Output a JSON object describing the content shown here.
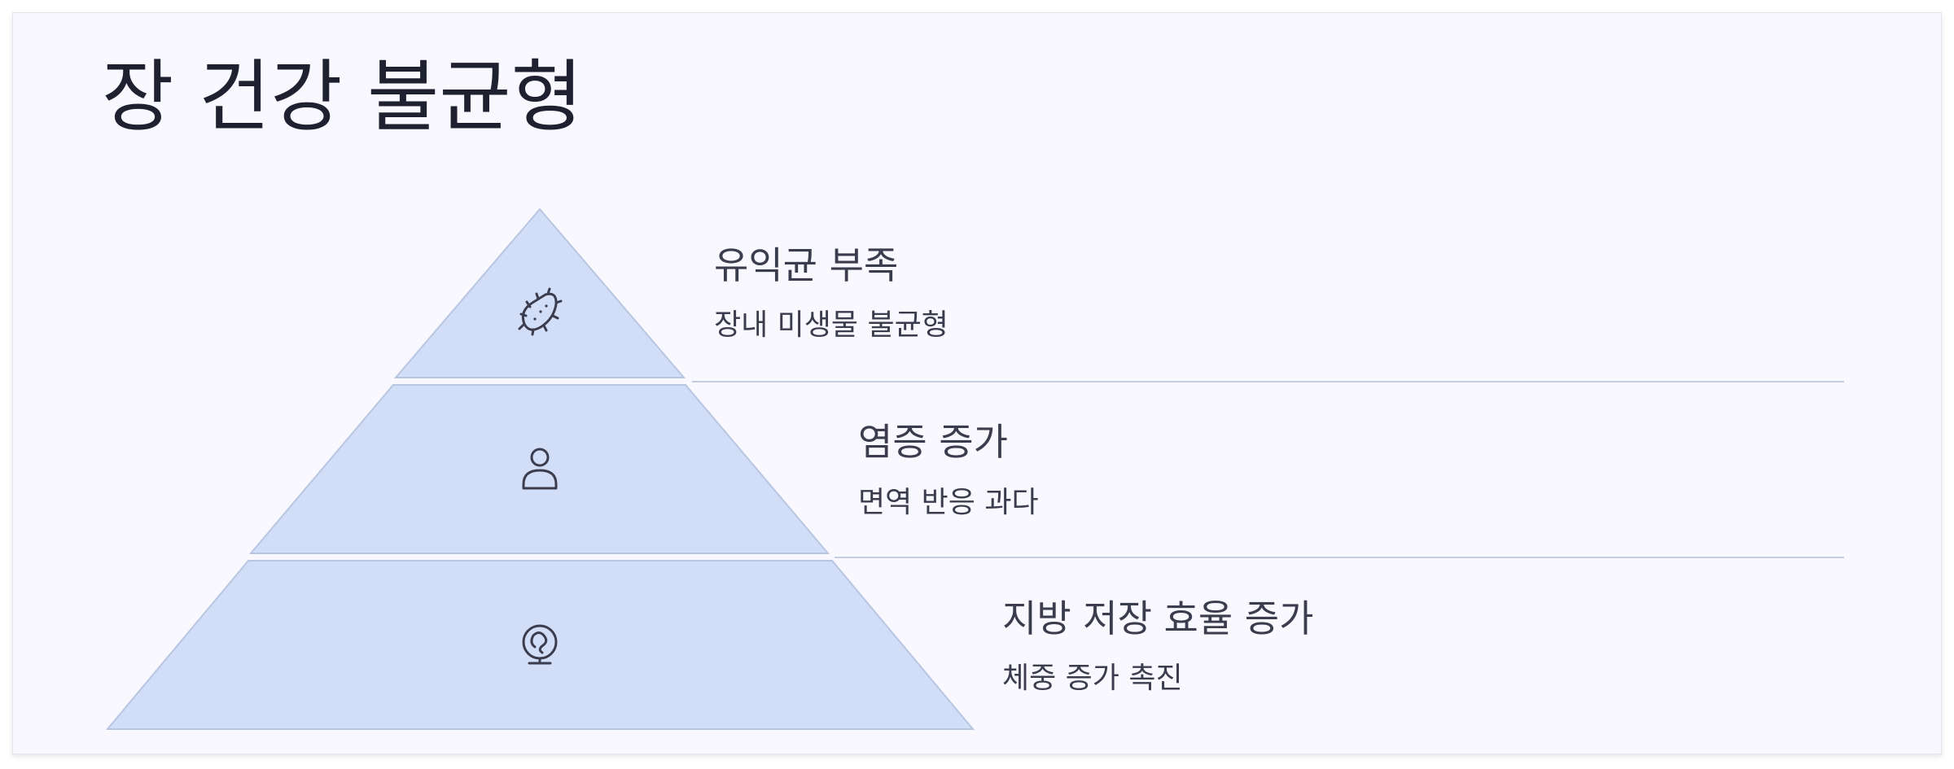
{
  "title": "장 건강 불균형",
  "colors": {
    "background": "#f8f8fe",
    "tier_fill": "#d2ddf7",
    "tier_stroke": "#b8c6e2",
    "divider": "#c5cde0",
    "text": "#3b3d4e",
    "title_text": "#1f2131"
  },
  "tiers": [
    {
      "heading": "유익균 부족",
      "description": "장내 미생물 불균형",
      "icon": "bacteria-icon"
    },
    {
      "heading": "염증 증가",
      "description": "면역 반응 과다",
      "icon": "person-icon"
    },
    {
      "heading": "지방 저장 효율 증가",
      "description": "체중 증가 촉진",
      "icon": "fat-cell-icon"
    }
  ]
}
